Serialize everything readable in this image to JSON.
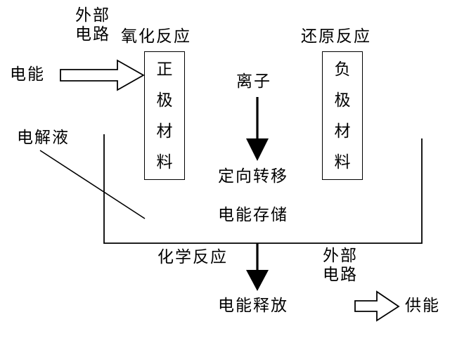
{
  "diagram": {
    "colors": {
      "line": "#000000",
      "background": "#ffffff",
      "text": "#000000"
    },
    "labels": {
      "external_circuit_top_line1": "外部",
      "external_circuit_top_line2": "电路",
      "oxidation_reaction": "氧化反应",
      "reduction_reaction": "还原反应",
      "electric_energy": "电能",
      "positive_electrode_material": "正极材料",
      "ion": "离子",
      "directional_transfer": "定向转移",
      "negative_electrode_material": "负极材料",
      "electrolyte": "电解液",
      "energy_storage": "电能存储",
      "chemical_reaction": "化学反应",
      "energy_release": "电能释放",
      "external_circuit_bottom_line1": "外部",
      "external_circuit_bottom_line2": "电路",
      "energy_supply": "供能"
    },
    "icons": {
      "energy_input_arrow": "hollow-right-block-arrow",
      "ion_transfer_arrow": "filled-down-arrow",
      "energy_release_arrow": "filled-down-arrow",
      "energy_output_arrow": "hollow-right-block-arrow"
    }
  }
}
